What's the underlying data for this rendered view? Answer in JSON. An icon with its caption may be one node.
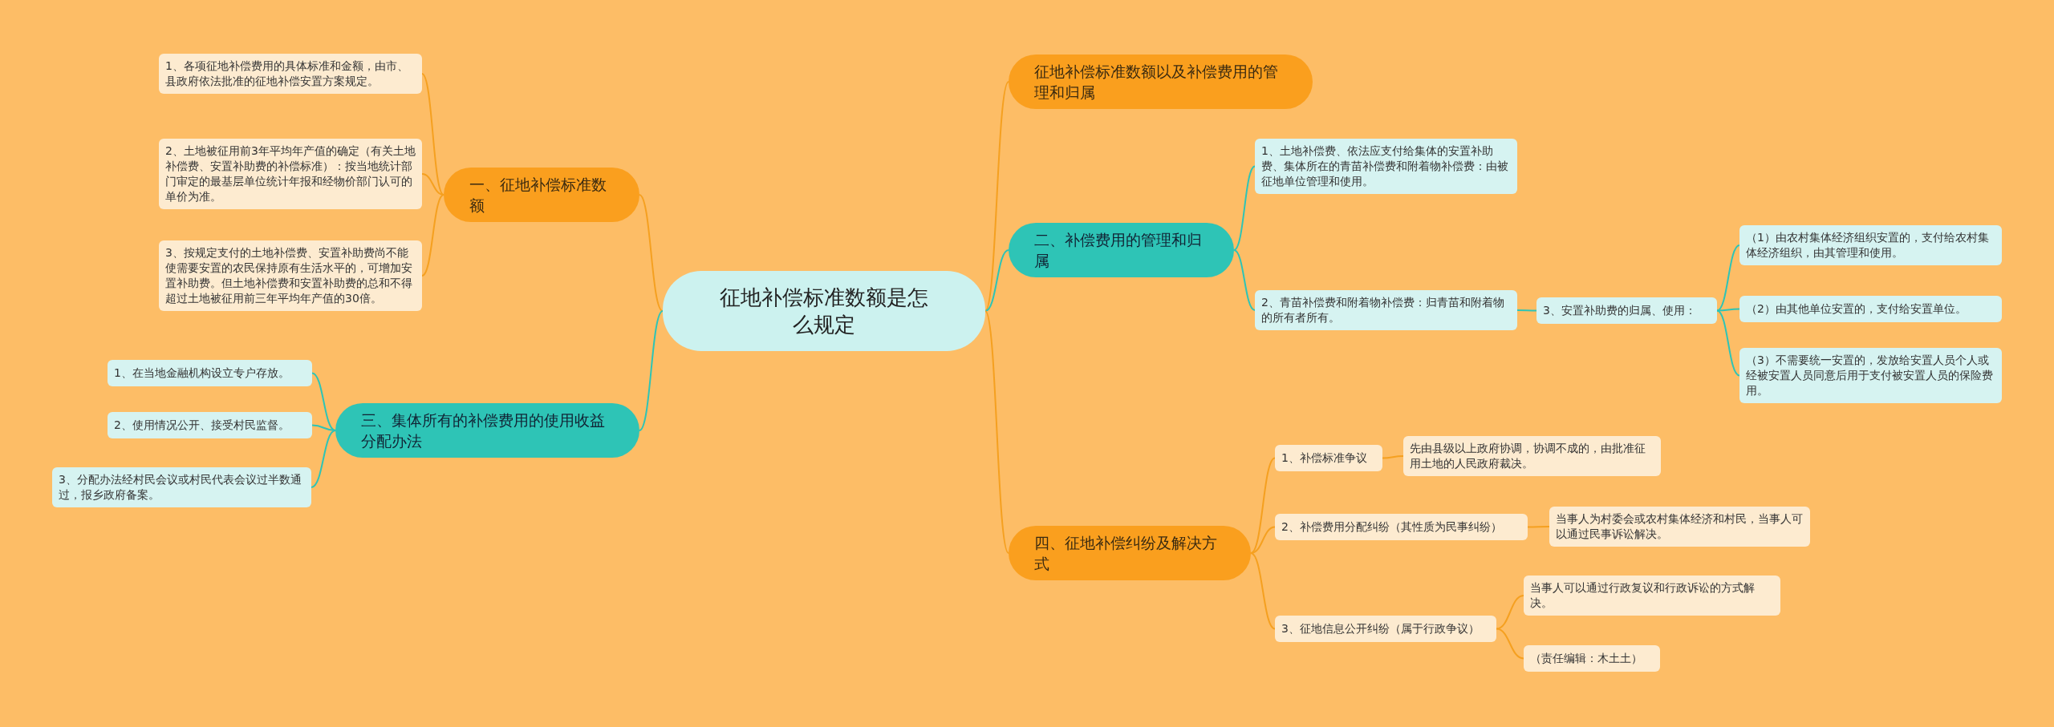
{
  "diagram": {
    "nodes": [
      {
        "text": [
          "征地补偿标准数额是怎么规定"
        ]
      },
      {
        "text": [
          "征地补偿标准数额以及补偿费用的管理和归属"
        ]
      },
      {
        "text": [
          "一、征地补偿标准数额"
        ]
      },
      {
        "text": [
          "1、各项征地补偿费用的具体标准和金额，由市、县政府依法批准的征地补偿安置方案规定。"
        ]
      },
      {
        "text": [
          "2、土地被征用前3年平均年产值的确定（有关土地补偿费、安置补助费的补偿标准）：按当地统计部门审定的最基层单位统计年报和经物价部门认可的单价为准。"
        ]
      },
      {
        "text": [
          "3、按规定支付的土地补偿费、安置补助费尚不能使需要安置的农民保持原有生活水平的，可增加安置补助费。但土地补偿费和安置补助费的总和不得超过土地被征用前三年平均年产值的30倍。"
        ]
      },
      {
        "text": [
          "二、补偿费用的管理和归属"
        ]
      },
      {
        "text": [
          "1、土地补偿费、依法应支付给集体的安置补助费、集体所在的青苗补偿费和附着物补偿费：由被征地单位管理和使用。"
        ]
      },
      {
        "text": [
          "2、青苗补偿费和附着物补偿费：归青苗和附着物的所有者所有。"
        ]
      },
      {
        "text": [
          "3、安置补助费的归属、使用："
        ]
      },
      {
        "text": [
          "（1）由农村集体经济组织安置的，支付给农村集体经济组织，由其管理和使用。"
        ]
      },
      {
        "text": [
          "（2）由其他单位安置的，支付给安置单位。"
        ]
      },
      {
        "text": [
          "（3）不需要统一安置的，发放给安置人员个人或经被安置人员同意后用于支付被安置人员的保险费用。"
        ]
      },
      {
        "text": [
          "三、集体所有的补偿费用的使用收益分配办法"
        ]
      },
      {
        "text": [
          "1、在当地金融机构设立专户存放。"
        ]
      },
      {
        "text": [
          "2、使用情况公开、接受村民监督。"
        ]
      },
      {
        "text": [
          "3、分配办法经村民会议或村民代表会议过半数通过，报乡政府备案。"
        ]
      },
      {
        "text": [
          "四、征地补偿纠纷及解决方式"
        ]
      },
      {
        "text": [
          "1、补偿标准争议"
        ]
      },
      {
        "text": [
          "先由县级以上政府协调，协调不成的，由批准征用土地的人民政府裁决。"
        ]
      },
      {
        "text": [
          "2、补偿费用分配纠纷（其性质为民事纠纷）"
        ]
      },
      {
        "text": [
          "当事人为村委会或农村集体经济和村民，当事人可以通过民事诉讼解决。"
        ]
      },
      {
        "text": [
          "3、征地信息公开纠纷（属于行政争议）"
        ]
      },
      {
        "text": [
          "当事人可以通过行政复议和行政诉讼的方式解决。"
        ]
      },
      {
        "text": [
          "（责任编辑：木土土）"
        ]
      }
    ],
    "edges": [
      {
        "from": 0,
        "to": 1,
        "arrow": "none"
      },
      {
        "from": 0,
        "to": 2,
        "arrow": "none"
      },
      {
        "from": 2,
        "to": 3,
        "arrow": "none"
      },
      {
        "from": 2,
        "to": 4,
        "arrow": "none"
      },
      {
        "from": 2,
        "to": 5,
        "arrow": "none"
      },
      {
        "from": 0,
        "to": 6,
        "arrow": "none",
        "color": "#2ec4b6"
      },
      {
        "from": 6,
        "to": 7,
        "arrow": "none",
        "color": "#2ec4b6"
      },
      {
        "from": 6,
        "to": 8,
        "arrow": "none",
        "color": "#2ec4b6"
      },
      {
        "from": 8,
        "to": 9,
        "arrow": "none",
        "color": "#2ec4b6"
      },
      {
        "from": 9,
        "to": 10,
        "arrow": "none",
        "color": "#2ec4b6"
      },
      {
        "from": 9,
        "to": 11,
        "arrow": "none",
        "color": "#2ec4b6"
      },
      {
        "from": 9,
        "to": 12,
        "arrow": "none",
        "color": "#2ec4b6"
      },
      {
        "from": 0,
        "to": 13,
        "arrow": "none",
        "color": "#2ec4b6"
      },
      {
        "from": 13,
        "to": 14,
        "arrow": "none",
        "color": "#2ec4b6"
      },
      {
        "from": 13,
        "to": 15,
        "arrow": "none",
        "color": "#2ec4b6"
      },
      {
        "from": 13,
        "to": 16,
        "arrow": "none",
        "color": "#2ec4b6"
      },
      {
        "from": 0,
        "to": 17,
        "arrow": "none"
      },
      {
        "from": 17,
        "to": 18,
        "arrow": "none"
      },
      {
        "from": 17,
        "to": 20,
        "arrow": "none"
      },
      {
        "from": 17,
        "to": 22,
        "arrow": "none"
      },
      {
        "from": 18,
        "to": 19,
        "arrow": "none"
      },
      {
        "from": 20,
        "to": 21,
        "arrow": "none"
      },
      {
        "from": 22,
        "to": 23,
        "arrow": "none"
      },
      {
        "from": 22,
        "to": 24,
        "arrow": "none"
      }
    ]
  }
}
